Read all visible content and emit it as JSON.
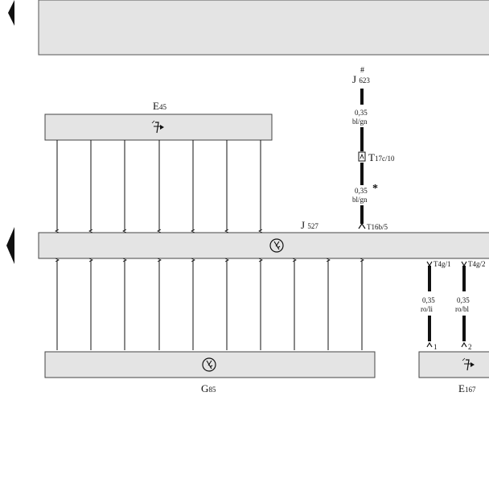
{
  "components": {
    "e45": {
      "name": "E",
      "sub": "45"
    },
    "j623": {
      "mark": "#",
      "name": "J",
      "sub": "623"
    },
    "j527": {
      "name": "J",
      "sub": "527"
    },
    "g85": {
      "name": "G",
      "sub": "85"
    },
    "e167": {
      "name": "E",
      "sub": "167"
    }
  },
  "connectors": {
    "t17c": {
      "name": "T",
      "sub": "17c/10"
    },
    "t16b": "T16b/5",
    "t4g1": "T4g/1",
    "t4g2": "T4g/2",
    "pin1": "1",
    "pin2": "2"
  },
  "wires": {
    "w1": {
      "size": "0,35",
      "color": "bl/gn"
    },
    "w2": {
      "size": "0,35",
      "color": "bl/gn"
    },
    "w3": {
      "size": "0,35",
      "color": "ro/li"
    },
    "w4": {
      "size": "0,35",
      "color": "ro/bl"
    }
  },
  "marks": {
    "asterisk": "*"
  },
  "colors": {
    "panel": "#e4e4e4",
    "line": "#111111",
    "border": "#555555"
  }
}
